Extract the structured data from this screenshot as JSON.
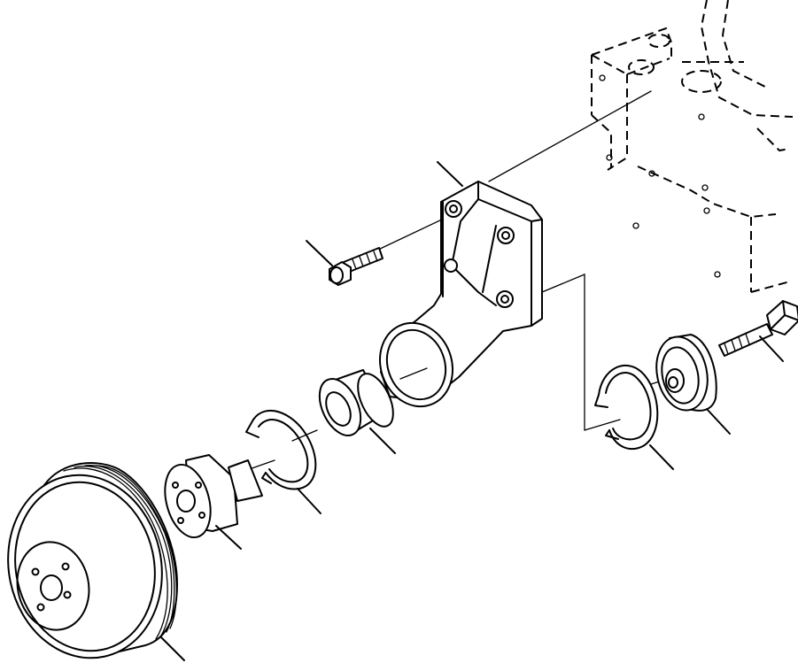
{
  "figure": {
    "kind": "exploded-view parts diagram",
    "colors": {
      "line": "#000000",
      "background": "#ffffff"
    },
    "parts": [
      {
        "id": "engine-block",
        "style": "dashed outline"
      },
      {
        "id": "mounting-bracket"
      },
      {
        "id": "bracket-bolt"
      },
      {
        "id": "bushing"
      },
      {
        "id": "snap-ring-left"
      },
      {
        "id": "hub"
      },
      {
        "id": "fan-pulley"
      },
      {
        "id": "snap-ring-right"
      },
      {
        "id": "idler-pulley"
      },
      {
        "id": "pulley-bolt"
      }
    ],
    "leaders": [
      "mounting-bracket",
      "bracket-bolt",
      "bushing",
      "snap-ring-left",
      "hub",
      "fan-pulley",
      "snap-ring-right",
      "idler-pulley",
      "pulley-bolt"
    ]
  }
}
